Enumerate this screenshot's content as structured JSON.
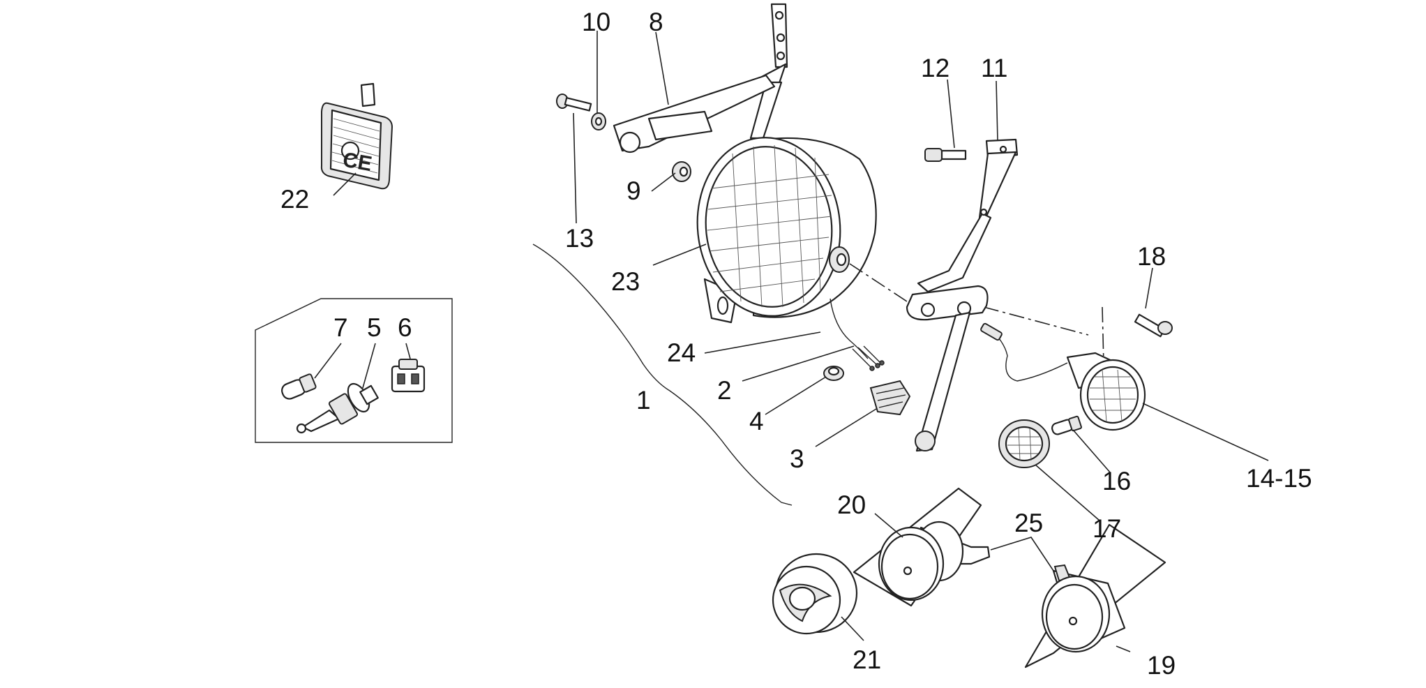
{
  "callouts": [
    {
      "id": "10",
      "text": "10"
    },
    {
      "id": "8",
      "text": "8"
    },
    {
      "id": "12",
      "text": "12"
    },
    {
      "id": "11",
      "text": "11"
    },
    {
      "id": "22",
      "text": "22"
    },
    {
      "id": "9",
      "text": "9"
    },
    {
      "id": "13",
      "text": "13"
    },
    {
      "id": "18",
      "text": "18"
    },
    {
      "id": "23",
      "text": "23"
    },
    {
      "id": "7",
      "text": "7"
    },
    {
      "id": "5",
      "text": "5"
    },
    {
      "id": "6",
      "text": "6"
    },
    {
      "id": "24",
      "text": "24"
    },
    {
      "id": "2",
      "text": "2"
    },
    {
      "id": "1",
      "text": "1"
    },
    {
      "id": "4",
      "text": "4"
    },
    {
      "id": "3",
      "text": "3"
    },
    {
      "id": "16",
      "text": "16"
    },
    {
      "id": "14-15",
      "text": "14-15"
    },
    {
      "id": "20",
      "text": "20"
    },
    {
      "id": "25",
      "text": "25"
    },
    {
      "id": "17",
      "text": "17"
    },
    {
      "id": "21",
      "text": "21"
    },
    {
      "id": "19",
      "text": "19"
    }
  ],
  "plate_22": {
    "glyphs": "CE"
  }
}
